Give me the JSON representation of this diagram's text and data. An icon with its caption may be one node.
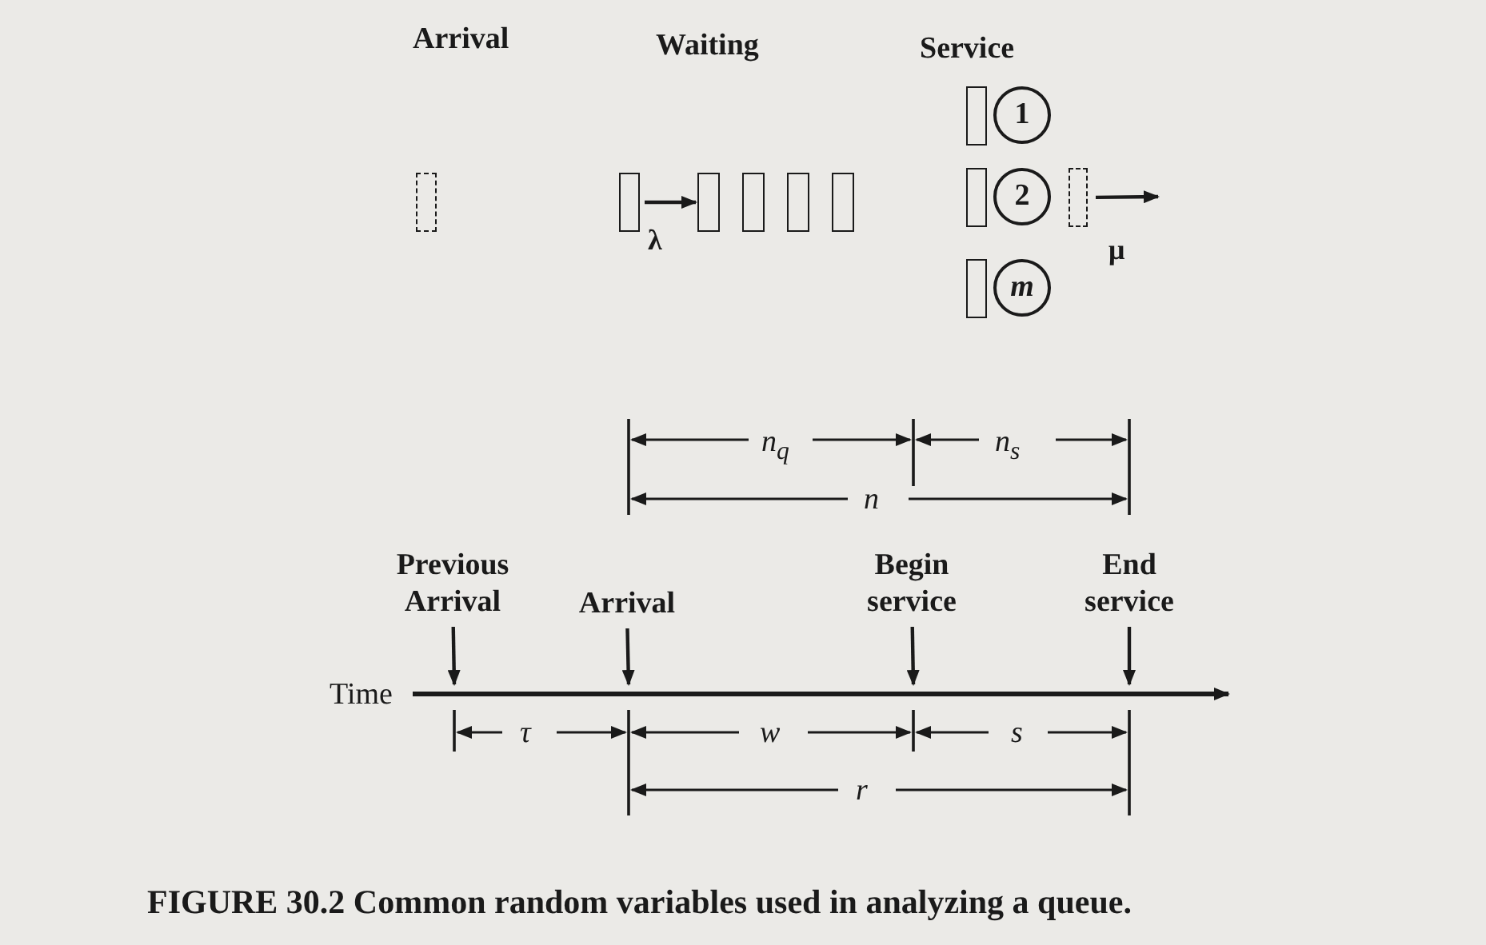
{
  "diagram": {
    "caption": "FIGURE 30.2 Common random variables used in analyzing a queue.",
    "nodes": [
      {
        "text": [],
        "shape": "box"
      },
      {
        "text": [],
        "shape": "box"
      },
      {
        "text": [],
        "shape": "box"
      },
      {
        "text": [],
        "shape": "box"
      },
      {
        "text": [],
        "shape": "box"
      },
      {
        "text": [],
        "shape": "box"
      },
      {
        "text": [],
        "shape": "box"
      },
      {
        "text": [
          "1"
        ]
      },
      {
        "text": [],
        "shape": "box"
      },
      {
        "text": [
          "2"
        ]
      },
      {
        "text": [],
        "shape": "box"
      },
      {
        "text": [],
        "shape": "box"
      },
      {
        "text": [
          "m"
        ]
      },
      {
        "text": [
          "Previous Arrival"
        ]
      },
      {
        "text": [
          "Arrival"
        ]
      },
      {
        "text": [
          "Begin service"
        ]
      },
      {
        "text": [
          "End service"
        ]
      }
    ],
    "edges": [
      {
        "from": 1,
        "to": 2,
        "arrow": "to",
        "label": "λ"
      },
      {
        "from": 10,
        "to": null,
        "arrow": "to",
        "label": "μ"
      },
      {
        "from": 13,
        "to": null,
        "arrow": "to"
      },
      {
        "from": 14,
        "to": null,
        "arrow": "to"
      },
      {
        "from": 15,
        "to": null,
        "arrow": "to"
      },
      {
        "from": 16,
        "to": null,
        "arrow": "to"
      }
    ],
    "labels": [
      "Arrival",
      "Waiting",
      "Service",
      "n$_{q}$",
      "n$_{s}$",
      "n",
      "Time",
      "τ",
      "w",
      "s",
      "r"
    ]
  }
}
